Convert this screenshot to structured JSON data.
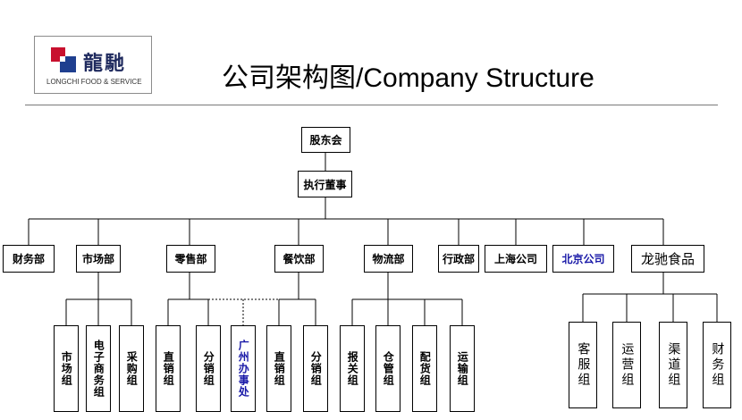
{
  "logo": {
    "name_cn": "龍馳",
    "name_en": "LONGCHI FOOD & SERVICE"
  },
  "title": {
    "cn": "公司架构图",
    "sep": "/",
    "en": "Company Structure"
  },
  "top": {
    "shareholders": "股东会",
    "board": "执行董事"
  },
  "departments": {
    "finance": "财务部",
    "marketing": "市场部",
    "retail": "零售部",
    "catering": "餐饮部",
    "logistics": "物流部",
    "admin": "行政部",
    "shanghai": "上海公司",
    "beijing": "北京公司",
    "longchi_food": "龙驰食品"
  },
  "teams": {
    "market": "市场组",
    "ecommerce": "电子商务组",
    "purchase": "采购组",
    "retail_direct": "直销组",
    "retail_distribution": "分销组",
    "guangzhou_office": "广州办事处",
    "catering_direct": "直销组",
    "catering_distribution": "分销组",
    "customs": "报关组",
    "warehouse": "仓管组",
    "delivery": "配货组",
    "transport": "运输组",
    "customer_service": "客服组",
    "operations": "运营组",
    "channel": "渠道组",
    "food_finance": "财务组"
  },
  "colors": {
    "line": "#000000",
    "highlight_text": "#1a1aa8",
    "logo_red": "#c8102e",
    "logo_blue": "#1f3f8f"
  }
}
